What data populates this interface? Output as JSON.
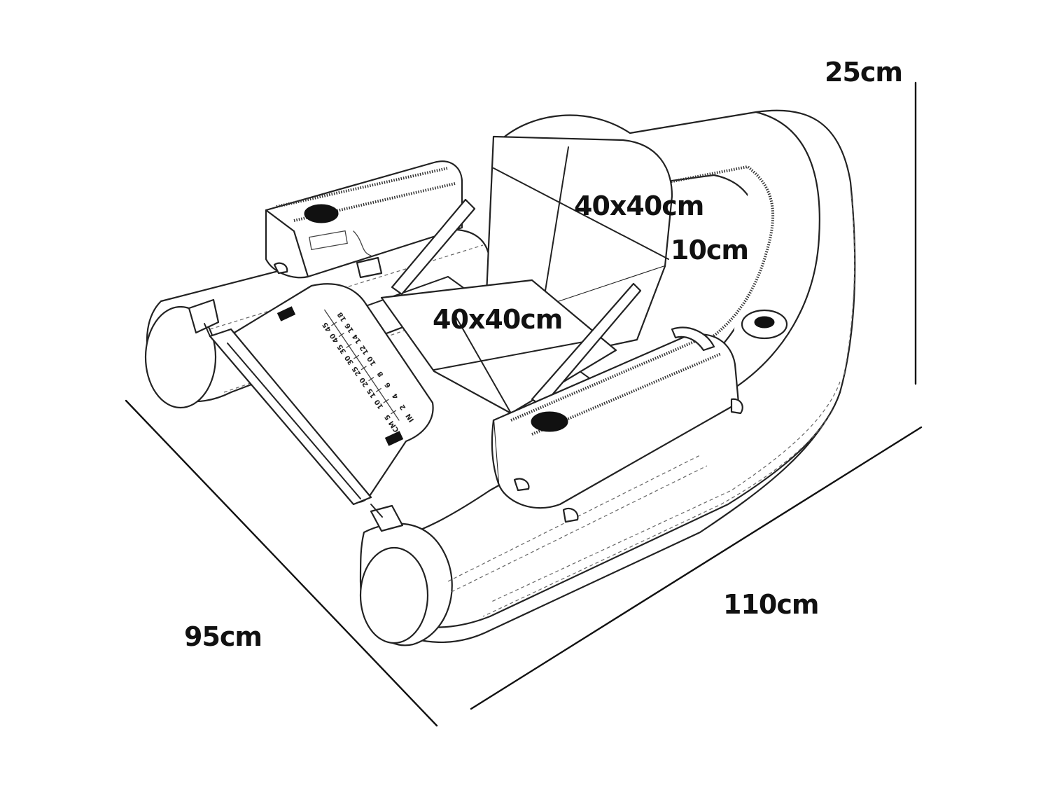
{
  "dimensions": {
    "height": "25cm",
    "length": "110cm",
    "width": "95cm",
    "backrest": "40x40cm",
    "seat": "40x40cm",
    "seat_thickness": "10cm"
  },
  "ruler": {
    "cm_label": "CM",
    "in_label": "IN",
    "cm_marks": [
      "5",
      "10",
      "15",
      "20",
      "25",
      "30",
      "35",
      "40",
      "45"
    ],
    "in_marks": [
      "2",
      "4",
      "6",
      "8",
      "10",
      "12",
      "14",
      "16",
      "18"
    ]
  },
  "colors": {
    "line": "#222222",
    "background": "#ffffff"
  }
}
